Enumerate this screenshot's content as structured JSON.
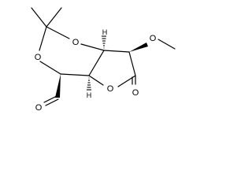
{
  "structure": {
    "atoms": {
      "ring_o_top": "O",
      "ring_o_left": "O",
      "methoxy_o": "O",
      "lactone_o": "O",
      "carbonyl_o": "O",
      "aldehyde_o": "O",
      "h_top": "H",
      "h_bottom": "H"
    }
  }
}
